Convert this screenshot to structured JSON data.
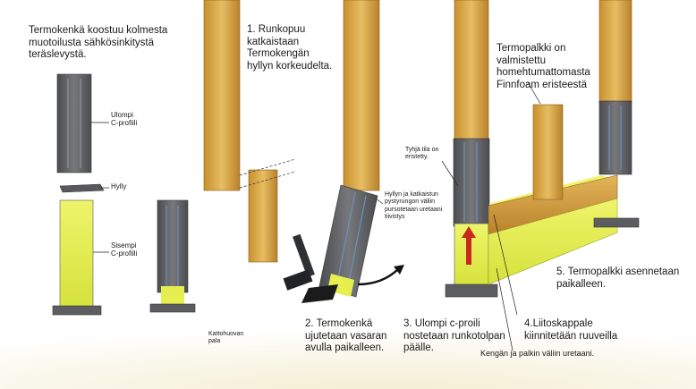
{
  "labels": {
    "intro": "Termokenkä koostuu kolmesta\nmuotoilusta sähkösinkitystä\nteräslevystä.",
    "outer_profile": "Ulompi\nC-profiili",
    "shelf": "Hylly",
    "inner_profile": "Sisempi\nC-profiili",
    "roofing_felt": "Kattohuovan\npala",
    "step1": "1. Runkopuu\nkatkaistaan\nTermokengän\nhyllyn korkeudelta.",
    "step2": "2. Termokenkä\nujutetaan vasaran\navulla paikalleen.",
    "step3": "3. Ulompi c-proili\nnostetaan runkotolpan\npäälle.",
    "gap_note": "Hyllyn ja katkaistun\npystyrungon väliin\npursotetaan uretaani\ntiivistys",
    "empty_space": "Tyhjä tila on\neristetty.",
    "thermo_beam": "Termopalkki on\nvalmistettu\nhomehtumattomasta\nFinnfoam eristeestä",
    "step4": "4.Liitoskappale\nkiinnitetään ruuveilla",
    "step5": "5. Termopalkki asennetaan\npaikalleen.",
    "urethane_note": "Kengän ja palkin väliin uretaani."
  },
  "colors": {
    "steel": "#5f6064",
    "steel_dark": "#3d3e42",
    "wood": "#d9a94a",
    "foam_yellow": "#e6ef4f",
    "arrow_red": "#c8281e",
    "text": "#1a1a1a"
  }
}
